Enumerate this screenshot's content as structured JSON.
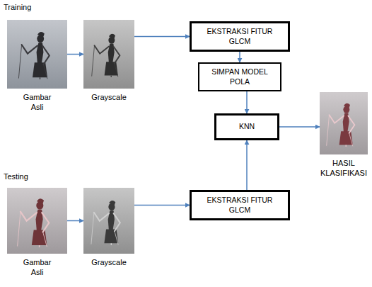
{
  "diagram": {
    "nodes": [
      {
        "text": [
          "Gambar Asli"
        ]
      },
      {
        "text": [
          "Grayscale"
        ]
      },
      {
        "text": [
          "EKSTRAKSI FITUR GLCM"
        ]
      },
      {
        "text": [
          "SIMPAN MODEL POLA"
        ]
      },
      {
        "text": [
          "KNN"
        ]
      },
      {
        "text": [
          "HASIL KLASIFIKASI"
        ]
      },
      {
        "text": [
          "Gambar Asli"
        ]
      },
      {
        "text": [
          "Grayscale"
        ]
      },
      {
        "text": [
          "EKSTRAKSI FITUR GLCM"
        ]
      }
    ],
    "edges": [
      {
        "from": 0,
        "to": 1,
        "arrow": "to"
      },
      {
        "from": 1,
        "to": 2,
        "arrow": "to"
      },
      {
        "from": 2,
        "to": 3,
        "arrow": "to"
      },
      {
        "from": 3,
        "to": 4,
        "arrow": "to"
      },
      {
        "from": 4,
        "to": 5,
        "arrow": "to"
      },
      {
        "from": 6,
        "to": 7,
        "arrow": "to"
      },
      {
        "from": 7,
        "to": 8,
        "arrow": "to"
      },
      {
        "from": 8,
        "to": 4,
        "arrow": "to"
      }
    ],
    "labels": [
      "Training",
      "Testing"
    ]
  }
}
